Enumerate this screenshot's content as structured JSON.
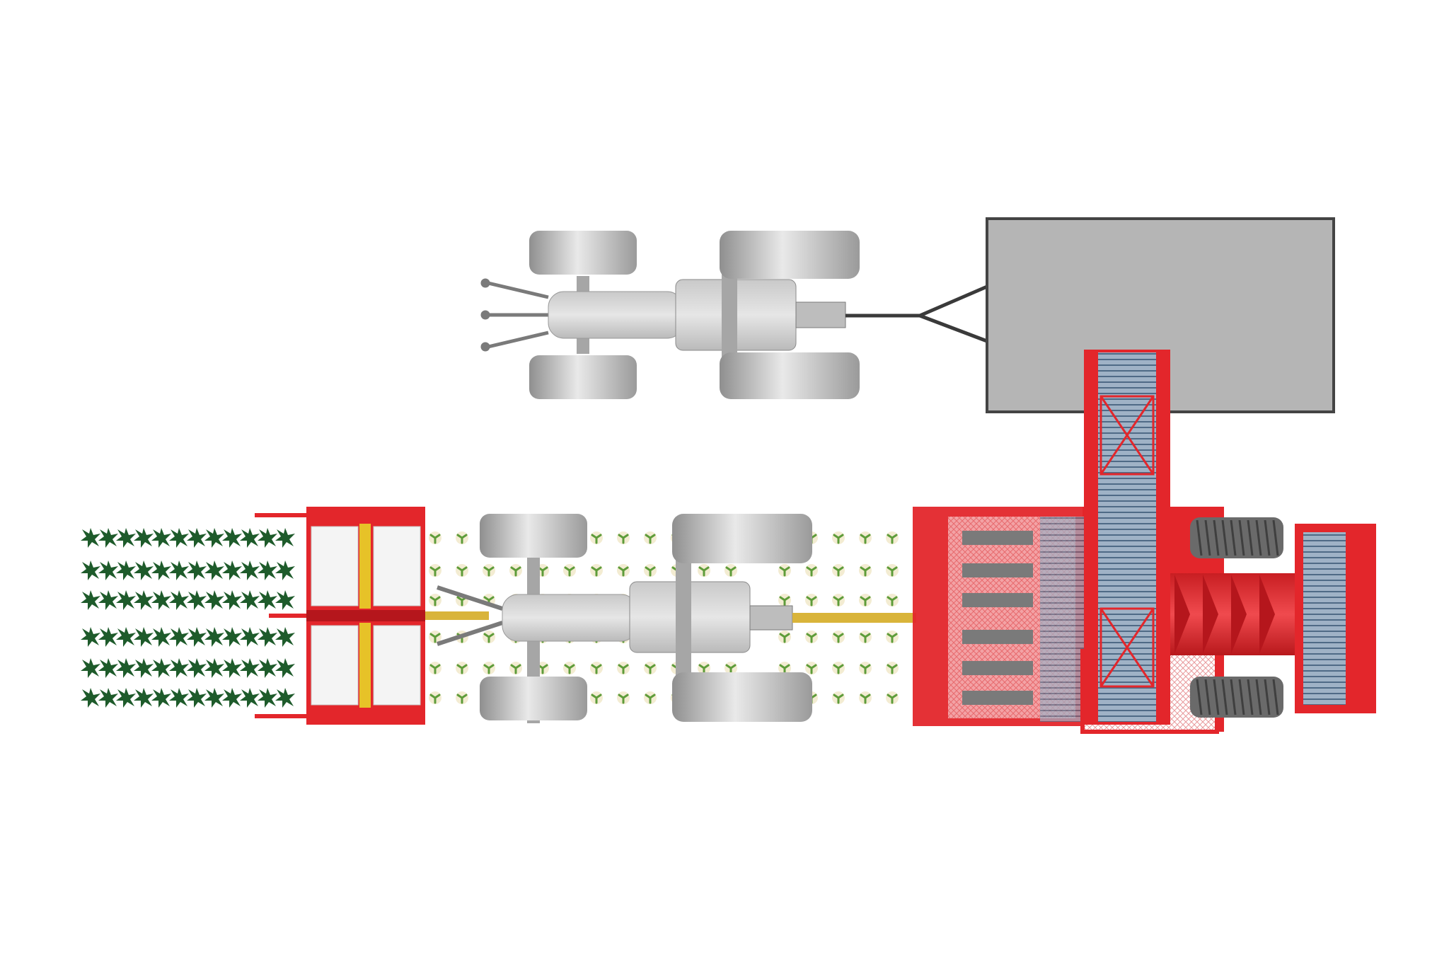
{
  "scene": {
    "background": "#ffffff",
    "colors": {
      "machine_red": "#e3262b",
      "machine_red_dark": "#b5161c",
      "tractor_gray_light": "#e4e4e4",
      "tractor_gray_mid": "#bdbdbd",
      "tractor_gray_dark": "#8a8a8a",
      "trailer_fill": "#b5b5b5",
      "trailer_edge": "#444444",
      "foliage": "#1e5b2b",
      "seedling": "#5e9c3a",
      "seedling_disc": "#f3ecd2",
      "roller_white": "#f4f4f4",
      "roller_yellow": "#e7c228",
      "belt_blue": "#6f8aa6",
      "tyre_dark": "#6a6a6a"
    },
    "objects": [
      {
        "id": "top-tractor",
        "kind": "tractor"
      },
      {
        "id": "trailer-box",
        "kind": "trailer"
      },
      {
        "id": "front-topper",
        "kind": "implement"
      },
      {
        "id": "bottom-tractor",
        "kind": "tractor"
      },
      {
        "id": "harvester",
        "kind": "harvester"
      },
      {
        "id": "elevator-conveyor",
        "kind": "conveyor"
      },
      {
        "id": "crop-rows",
        "kind": "plants"
      }
    ]
  }
}
